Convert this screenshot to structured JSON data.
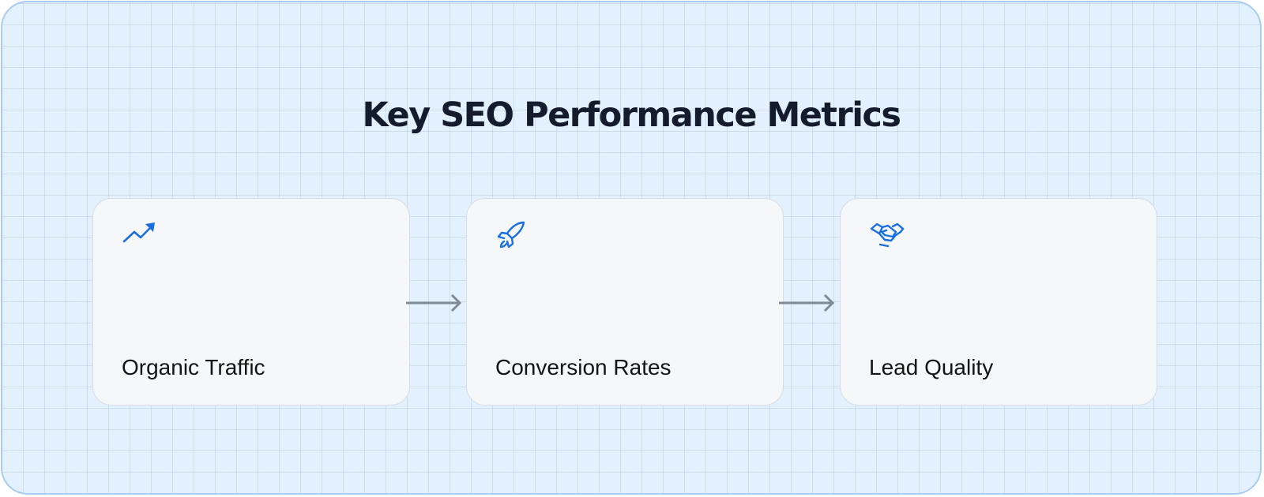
{
  "title": "Key SEO Performance Metrics",
  "colors": {
    "background": "#e3f0fd",
    "border": "#a9cdf2",
    "card_bg": "#f5f7f9",
    "card_border": "#d6dde5",
    "icon_accent": "#1a6fe0",
    "arrow": "#7f8b96",
    "title_text": "#141b2d"
  },
  "steps": [
    {
      "label": "Organic Traffic",
      "icon": "trending-up-icon"
    },
    {
      "label": "Conversion Rates",
      "icon": "rocket-icon"
    },
    {
      "label": "Lead Quality",
      "icon": "handshake-icon"
    }
  ],
  "connectors": [
    {
      "from": "Organic Traffic",
      "to": "Conversion Rates",
      "icon": "arrow-right-icon"
    },
    {
      "from": "Conversion Rates",
      "to": "Lead Quality",
      "icon": "arrow-right-icon"
    }
  ]
}
